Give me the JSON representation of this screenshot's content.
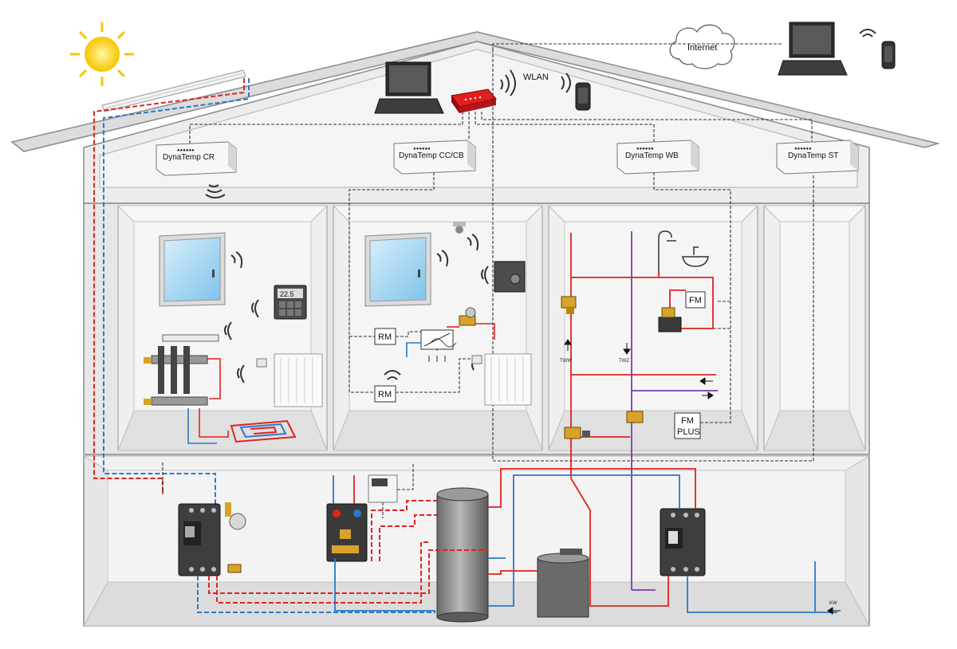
{
  "network": {
    "internet_label": "Internet",
    "wlan_label": "WLAN"
  },
  "controllers": [
    {
      "id": "cr",
      "label": "DynaTemp CR"
    },
    {
      "id": "cc",
      "label": "DynaTemp CC/CB"
    },
    {
      "id": "wb",
      "label": "DynaTemp WB"
    },
    {
      "id": "st",
      "label": "DynaTemp ST"
    }
  ],
  "room_display": {
    "temperature": "22.5"
  },
  "labels": {
    "rm": "RM",
    "fm": "FM",
    "fm_plus_line1": "FM",
    "fm_plus_line2": "PLUS",
    "tww": "TWW",
    "twz": "TWZ",
    "kw": "KW"
  },
  "colors": {
    "hot_pipe": "#e0231c",
    "cold_pipe": "#2a78c8",
    "circulation_pipe": "#7b3fa3",
    "signal_line": "#333333",
    "house_fill": "#e9e9e9",
    "roof_fill": "#dedede"
  },
  "icons": [
    "sun-icon",
    "cloud-icon",
    "laptop-icon",
    "router-icon",
    "smartphone-icon",
    "wireless-signal-icon",
    "window-icon",
    "radiator-icon",
    "manifold-icon",
    "shower-icon",
    "washbasin-icon",
    "valve-icon",
    "boiler-icon",
    "storage-tank-icon",
    "pump-group-icon"
  ]
}
